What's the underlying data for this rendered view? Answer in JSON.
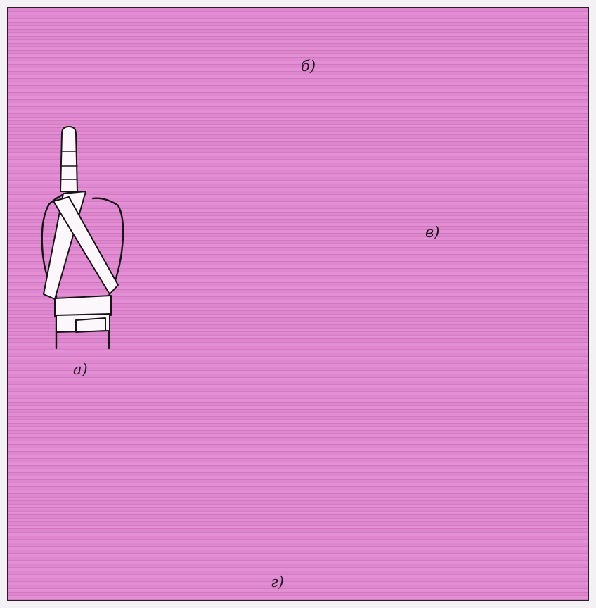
{
  "figure": {
    "border_color": "#2a1d2a",
    "background_color": "#dc7fca",
    "bandage_color": "#fbf7fa",
    "labels": {
      "a": "а)",
      "b": "б)",
      "v": "в)",
      "g": "г)"
    }
  }
}
